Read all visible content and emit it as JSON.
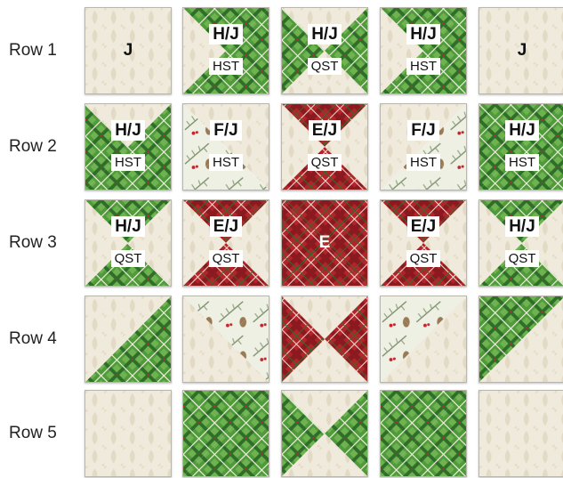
{
  "colors": {
    "cream": "#efeadb",
    "green": "#4f9a3a",
    "red": "#b3242a",
    "floral": "#eef0e4"
  },
  "rows": [
    {
      "label": "Row 1",
      "blocks": [
        {
          "top": "J",
          "bottom": "",
          "a": "cream",
          "b": "cream",
          "c": "cream",
          "d": "cream"
        },
        {
          "top": "H/J",
          "bottom": "HST",
          "a": "green",
          "b": "green",
          "c": "green",
          "d": "cream"
        },
        {
          "top": "H/J",
          "bottom": "QST",
          "a": "cream",
          "b": "green",
          "c": "cream",
          "d": "green"
        },
        {
          "top": "H/J",
          "bottom": "HST",
          "a": "green",
          "b": "green",
          "c": "green",
          "d": "cream"
        },
        {
          "top": "J",
          "bottom": "",
          "a": "cream",
          "b": "cream",
          "c": "cream",
          "d": "cream"
        }
      ]
    },
    {
      "label": "Row 2",
      "blocks": [
        {
          "top": "H/J",
          "bottom": "HST",
          "a": "cream",
          "b": "green",
          "c": "green",
          "d": "green"
        },
        {
          "top": "F/J",
          "bottom": "HST",
          "a": "cream",
          "b": "cream",
          "c": "floral",
          "d": "floral"
        },
        {
          "top": "E/J",
          "bottom": "QST",
          "a": "red",
          "b": "cream",
          "c": "red",
          "d": "cream"
        },
        {
          "top": "F/J",
          "bottom": "HST",
          "a": "cream",
          "b": "floral",
          "c": "floral",
          "d": "cream"
        },
        {
          "top": "H/J",
          "bottom": "HST",
          "a": "green",
          "b": "green",
          "c": "green",
          "d": "green"
        }
      ]
    },
    {
      "label": "Row 3",
      "blocks": [
        {
          "top": "H/J",
          "bottom": "QST",
          "a": "green",
          "b": "cream",
          "c": "green",
          "d": "cream"
        },
        {
          "top": "E/J",
          "bottom": "QST",
          "a": "red",
          "b": "cream",
          "c": "red",
          "d": "cream"
        },
        {
          "top": "E",
          "bottom": "",
          "a": "red",
          "b": "red",
          "c": "red",
          "d": "red"
        },
        {
          "top": "E/J",
          "bottom": "QST",
          "a": "red",
          "b": "cream",
          "c": "red",
          "d": "cream"
        },
        {
          "top": "H/J",
          "bottom": "QST",
          "a": "green",
          "b": "cream",
          "c": "green",
          "d": "cream"
        }
      ]
    },
    {
      "label": "Row 4",
      "blocks": [
        {
          "top": "",
          "bottom": "",
          "a": "cream",
          "b": "green",
          "c": "green",
          "d": "cream"
        },
        {
          "top": "",
          "bottom": "",
          "a": "floral",
          "b": "floral",
          "c": "cream",
          "d": "cream"
        },
        {
          "top": "",
          "bottom": "",
          "a": "cream",
          "b": "red",
          "c": "cream",
          "d": "red"
        },
        {
          "top": "",
          "bottom": "",
          "a": "floral",
          "b": "cream",
          "c": "cream",
          "d": "floral"
        },
        {
          "top": "",
          "bottom": "",
          "a": "green",
          "b": "cream",
          "c": "cream",
          "d": "green"
        }
      ]
    },
    {
      "label": "Row 5",
      "blocks": [
        {
          "top": "",
          "bottom": "",
          "a": "cream",
          "b": "cream",
          "c": "cream",
          "d": "cream"
        },
        {
          "top": "",
          "bottom": "",
          "a": "green",
          "b": "green",
          "c": "green",
          "d": "green"
        },
        {
          "top": "",
          "bottom": "",
          "a": "cream",
          "b": "green",
          "c": "cream",
          "d": "green"
        },
        {
          "top": "",
          "bottom": "",
          "a": "green",
          "b": "green",
          "c": "green",
          "d": "green"
        },
        {
          "top": "",
          "bottom": "",
          "a": "cream",
          "b": "cream",
          "c": "cream",
          "d": "cream"
        }
      ]
    }
  ]
}
